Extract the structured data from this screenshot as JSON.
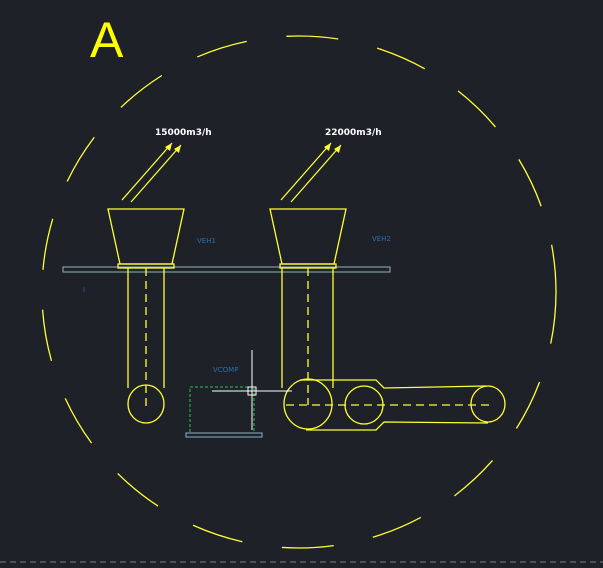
{
  "drawing": {
    "view_letter": "A",
    "flow_left": "15000m3/h",
    "flow_right": "22000m3/h",
    "tag_left_hood": "VEH1",
    "tag_right_hood": "VEH2",
    "tag_compressor": "VCOMP",
    "tag_small": "I"
  },
  "colors": {
    "background": "#1e2128",
    "linework": "#ffff33",
    "platform": "#8fb4c8",
    "selection": "#22cc44",
    "cursor": "#ffffff"
  }
}
